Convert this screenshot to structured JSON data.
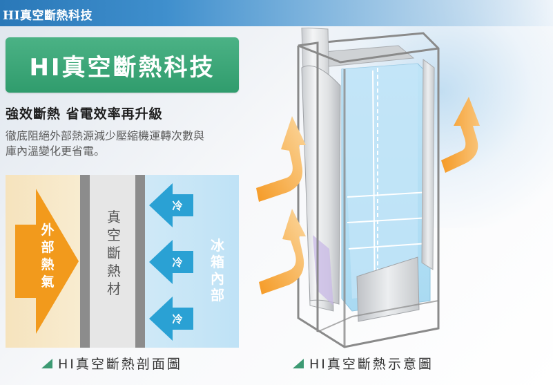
{
  "header": {
    "title": "HI真空斷熱科技"
  },
  "banner": {
    "title": "HI真空斷熱科技"
  },
  "subtitle": "強效斷熱 省電效率再升級",
  "description": {
    "line1": "徹底阻絕外部熱源減少壓縮機運轉次數與",
    "line2": "庫內溫變化更省電。"
  },
  "cross_section": {
    "hot_label": [
      "外",
      "部",
      "熱",
      "氣"
    ],
    "insulation_label": [
      "真",
      "空",
      "斷",
      "熱",
      "材"
    ],
    "cold_labels": [
      "冷",
      "冷",
      "冷"
    ],
    "inside_label": [
      "冰",
      "箱",
      "內",
      "部"
    ]
  },
  "captions": {
    "left": "HI真空斷熱剖面圖",
    "right": "HI真空斷熱示意圖"
  },
  "colors": {
    "banner_green": "#3aa677",
    "hot_orange": "#f29a1c",
    "cold_blue": "#2aa1d4",
    "caption_triangle": "#3d9a73"
  }
}
